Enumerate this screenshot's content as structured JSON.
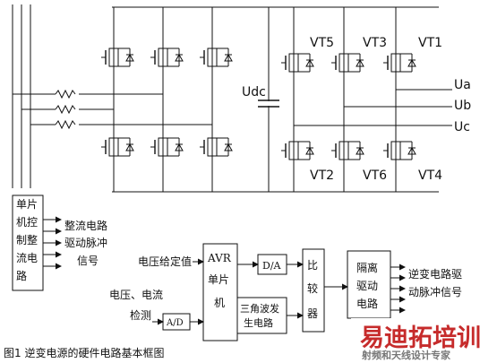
{
  "labels": {
    "udc": "Udc",
    "vt5": "VT5",
    "vt3": "VT3",
    "vt1": "VT1",
    "vt2": "VT2",
    "vt6": "VT6",
    "vt4": "VT4",
    "ua": "Ua",
    "ub": "Ub",
    "uc": "Uc"
  },
  "mcu1": {
    "lines": [
      "单片",
      "机控",
      "制整",
      "流电",
      "路"
    ]
  },
  "mcu1_outputs": [
    "整流电路",
    "驱动脉冲",
    "信号"
  ],
  "voltage_setpoint": "电压给定值",
  "vi_detect": [
    "电压、电流",
    "检测"
  ],
  "ad": "A/D",
  "avr": {
    "lines": [
      "AVR",
      "单片",
      "机"
    ]
  },
  "da": "D/A",
  "comparator": {
    "lines": [
      "比",
      "较",
      "器"
    ]
  },
  "triangle": {
    "lines": [
      "三角波发",
      "生电路"
    ]
  },
  "isolation": {
    "lines": [
      "隔离",
      "驱动",
      "电路"
    ]
  },
  "inverter_outputs": [
    "逆变电路驱",
    "动脉冲信号"
  ],
  "caption": "图1 逆变电源的硬件电路基本框图",
  "watermark": {
    "logo": "易迪拓培训",
    "sub": "射频和天线设计专家"
  }
}
